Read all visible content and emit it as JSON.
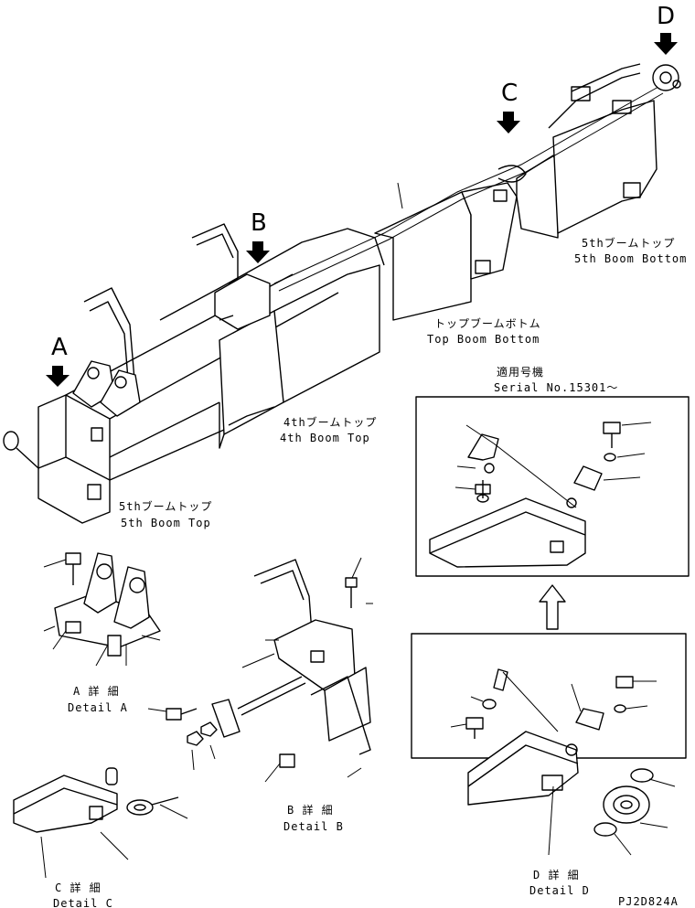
{
  "markers": {
    "A": "A",
    "B": "B",
    "C": "C",
    "D": "D"
  },
  "labels": {
    "fifth_boom_bottom_jp": "5thブームトップ",
    "fifth_boom_bottom_en": "5th Boom Bottom",
    "top_boom_bottom_jp": "トップブームボトム",
    "top_boom_bottom_en": "Top Boom Bottom",
    "fourth_boom_top_jp": "4thブームトップ",
    "fourth_boom_top_en": "4th Boom Top",
    "fifth_boom_top_jp": "5thブームトップ",
    "fifth_boom_top_en": "5th Boom Top",
    "serial_jp": "適用号機",
    "serial_en": "Serial No.15301～",
    "detail_a_jp": "A 詳 細",
    "detail_a_en": "Detail A",
    "detail_b_jp": "B 詳 細",
    "detail_b_en": "Detail B",
    "detail_c_jp": "C 詳 細",
    "detail_c_en": "Detail C",
    "detail_d_jp": "D 詳 細",
    "detail_d_en": "Detail D",
    "drawing_code": "PJ2D824A"
  }
}
